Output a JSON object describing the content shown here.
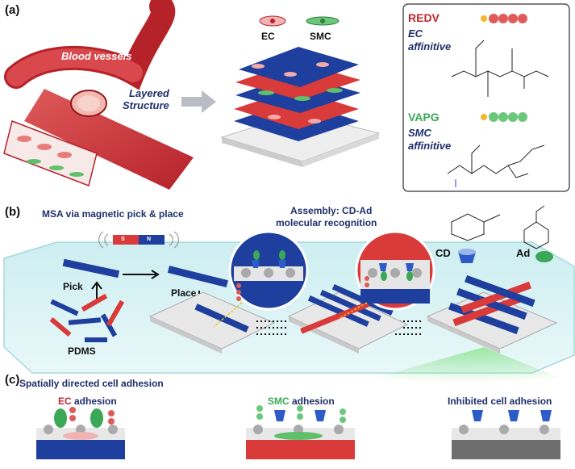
{
  "panel_a": {
    "label": "(a)",
    "blood_vessels": "Blood vessels",
    "layered_1": "Layered",
    "layered_2": "Structure",
    "ec": "EC",
    "smc": "SMC",
    "redv": {
      "name": "REDV",
      "line1": "EC",
      "line2": "affinitive",
      "color": "#c0272d"
    },
    "vapg": {
      "name": "VAPG",
      "line1": "SMC",
      "line2": "affinitive",
      "color": "#3aa856"
    }
  },
  "panel_b": {
    "label": "(b)",
    "title": "MSA via magnetic pick & place",
    "assembly_1": "Assembly: CD-Ad",
    "assembly_2": "molecular recognition",
    "pick": "Pick",
    "place": "Place",
    "pdms": "PDMS",
    "cd": "CD",
    "ad": "Ad",
    "magnet_s": "S",
    "magnet_n": "N"
  },
  "panel_c": {
    "label": "(c)",
    "title": "Spatially directed cell adhesion",
    "ec_word": "EC",
    "smc_word": "SMC",
    "adhesion": " adhesion",
    "inhibited": "Inhibited cell adhesion"
  },
  "colors": {
    "navy": "#1f2f6b",
    "red": "#d93a3a",
    "blue": "#1e3f9e",
    "green": "#3aa856"
  }
}
